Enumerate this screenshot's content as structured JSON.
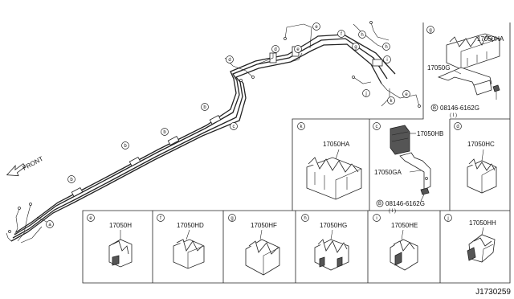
{
  "main": {
    "front_label": "FRONT",
    "diagram_code": "J1730259",
    "callouts": {
      "a": "a",
      "b": "b",
      "c": "c",
      "d": "d",
      "e": "e",
      "f": "f",
      "g": "g",
      "h": "h",
      "i": "i",
      "j": "j",
      "k": "k"
    }
  },
  "panels": {
    "g": {
      "letter": "g",
      "part_1": "17050HA",
      "part_2": "17050G",
      "bolt": "08146-6162G",
      "bolt_qty": "( I )",
      "bolt_symbol": "B"
    },
    "k": {
      "letter": "k",
      "part": "17050HA"
    },
    "c": {
      "letter": "c",
      "part_1": "17050HB",
      "part_2": "17050GA",
      "bolt": "08146-6162G",
      "bolt_qty": "( I )",
      "bolt_symbol": "B"
    },
    "d": {
      "letter": "d",
      "part": "17050HC"
    },
    "e": {
      "letter": "e",
      "part": "17050H"
    },
    "f": {
      "letter": "f",
      "part": "17050HD"
    },
    "bottom_g": {
      "letter": "g",
      "part": "17050HF"
    },
    "h": {
      "letter": "h",
      "part": "17050HG"
    },
    "i": {
      "letter": "i",
      "part": "17050HE"
    },
    "j": {
      "letter": "j",
      "part": "17050HH"
    }
  }
}
